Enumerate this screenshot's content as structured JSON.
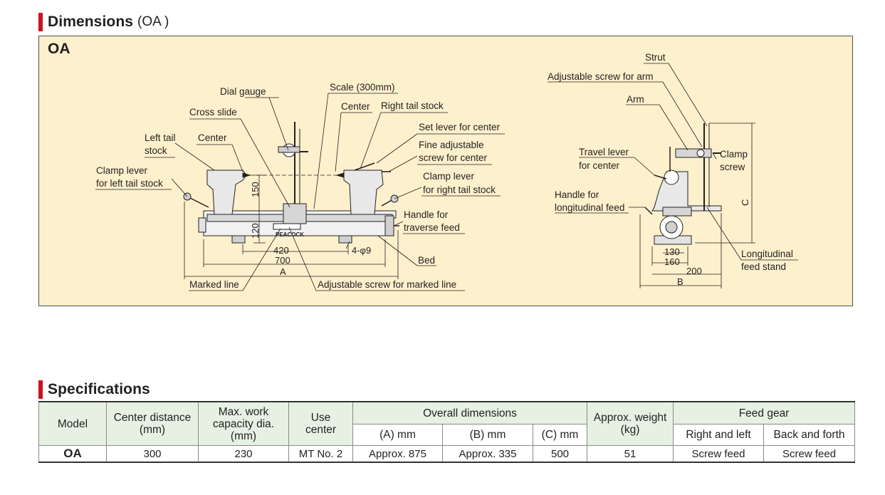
{
  "dimensions": {
    "heading": "Dimensions",
    "heading_model": "(OA )",
    "panel_title": "OA",
    "front_labels": {
      "dial_gauge": "Dial gauge",
      "scale": "Scale (300mm)",
      "cross_slide": "Cross slide",
      "center_right": "Center",
      "right_tail_stock": "Right tail stock",
      "left_tail": "Left tail",
      "stock": "stock",
      "center_left": "Center",
      "set_lever": "Set lever for center",
      "fine_adjustable": "Fine adjustable",
      "screw_for_center": "screw for center",
      "clamp_lever_left_1": "Clamp lever",
      "clamp_lever_left_2": "for left tail stock",
      "clamp_lever_right_1": "Clamp lever",
      "clamp_lever_right_2": "for right tail stock",
      "handle_traverse_1": "Handle for",
      "handle_traverse_2": "traverse feed",
      "bed": "Bed",
      "marked_line": "Marked line",
      "adj_screw_marked": "Adjustable screw for marked line",
      "brand": "PEACOCK",
      "dim_150": "150",
      "dim_120": "120",
      "dim_420": "420",
      "dim_700": "700",
      "dim_A": "A",
      "dim_holes": "4-φ9"
    },
    "side_labels": {
      "strut": "Strut",
      "adj_screw_arm": "Adjustable screw for arm",
      "arm": "Arm",
      "travel_lever_1": "Travel lever",
      "travel_lever_2": "for center",
      "clamp_1": "Clamp",
      "clamp_2": "screw",
      "handle_long_1": "Handle for",
      "handle_long_2": "longitudinal feed",
      "long_stand_1": "Longitudinal",
      "long_stand_2": "feed stand",
      "dim_C": "C",
      "dim_130": "130",
      "dim_160": "160",
      "dim_200": "200",
      "dim_B": "B"
    }
  },
  "specifications": {
    "heading": "Specifications",
    "headers": {
      "model": "Model",
      "center_distance": "Center distance",
      "center_distance_unit": "(mm)",
      "max_work_1": "Max. work",
      "max_work_2": "capacity dia.",
      "max_work_unit": "(mm)",
      "use_center_1": "Use",
      "use_center_2": "center",
      "overall": "Overall dimensions",
      "dim_a": "(A) mm",
      "dim_b": "(B) mm",
      "dim_c": "(C) mm",
      "weight": "Approx. weight",
      "weight_unit": "(kg)",
      "feed_gear": "Feed gear",
      "right_left": "Right and left",
      "back_forth": "Back and forth"
    },
    "row": {
      "model": "OA",
      "center_distance": "300",
      "max_work": "230",
      "use_center": "MT No. 2",
      "dim_a": "Approx. 875",
      "dim_b": "Approx. 335",
      "dim_c": "500",
      "weight": "51",
      "right_left": "Screw feed",
      "back_forth": "Screw feed"
    }
  }
}
